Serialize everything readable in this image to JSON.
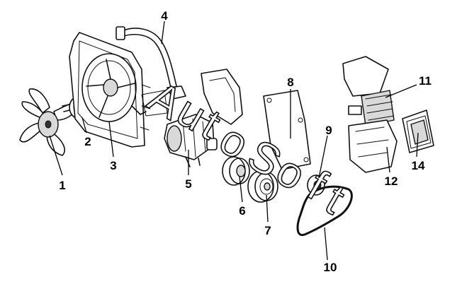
{
  "diagram": {
    "callouts": [
      "1",
      "2",
      "3",
      "4",
      "5",
      "6",
      "7",
      "8",
      "9",
      "10",
      "11",
      "12",
      "14"
    ],
    "watermark_letters": [
      "A",
      "u",
      "t",
      "o",
      "S",
      "o",
      "f",
      "t"
    ]
  },
  "colors": {
    "line": "#111111",
    "background": "#ffffff",
    "shade": "#d9d9d9"
  }
}
